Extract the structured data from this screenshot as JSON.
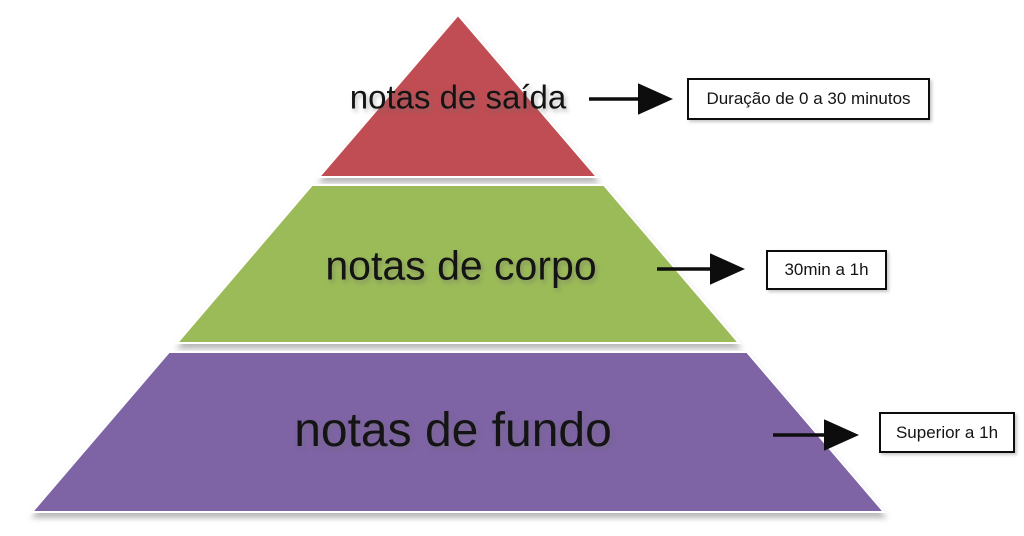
{
  "diagram": {
    "type": "pyramid",
    "subject": "perfume-notes-duration",
    "levels": [
      {
        "position": "top",
        "label": "notas de saída",
        "duration": "Duração de 0 a 30 minutos",
        "color": "#bf4e52"
      },
      {
        "position": "middle",
        "label": "notas de corpo",
        "duration": "30min a 1h",
        "color": "#9bbb59"
      },
      {
        "position": "bottom",
        "label": "notas de fundo",
        "duration": "Superior a 1h",
        "color": "#7e63a5"
      }
    ],
    "style": {
      "arrow_color": "#0d0d0d",
      "box_border_color": "#0d0d0d",
      "box_background": "#ffffff",
      "label_text_color": "#141414",
      "background": "#ffffff"
    }
  }
}
